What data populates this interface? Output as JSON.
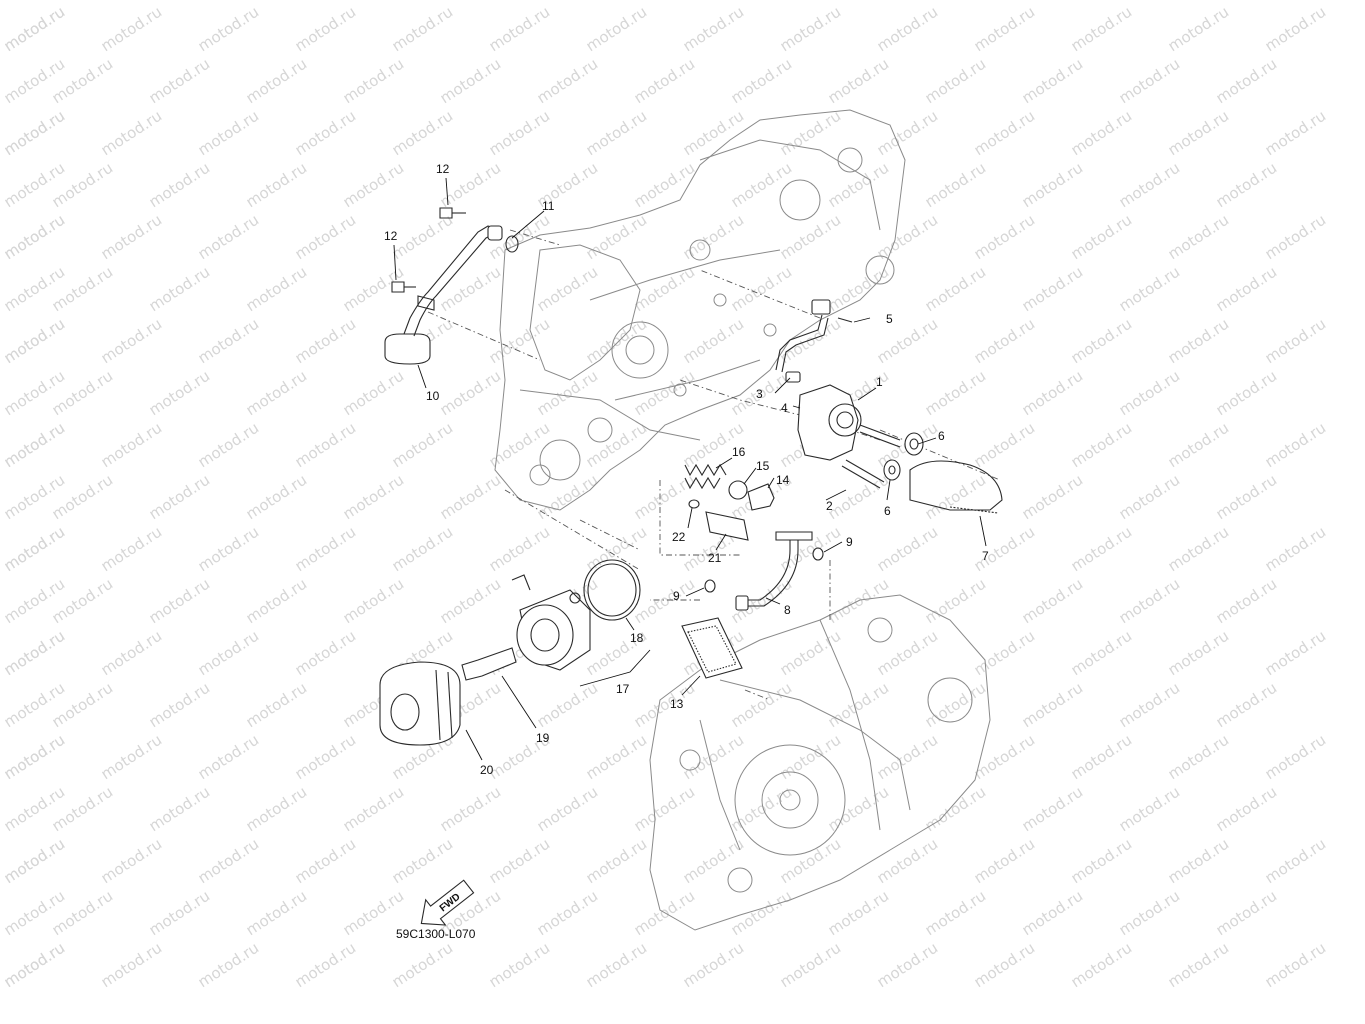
{
  "watermark": "motod.ru",
  "diagram_code": "59C1300-L070",
  "fwd_label": "FWD",
  "callouts": [
    "1",
    "2",
    "3",
    "4",
    "5",
    "6",
    "6",
    "7",
    "8",
    "9",
    "9",
    "10",
    "11",
    "12",
    "12",
    "13",
    "14",
    "15",
    "16",
    "17",
    "18",
    "19",
    "20",
    "21",
    "22"
  ],
  "colors": {
    "line": "#2a2a2a",
    "casing": "#8a8a8a",
    "watermark": "#d6d6d6",
    "background": "#ffffff"
  }
}
